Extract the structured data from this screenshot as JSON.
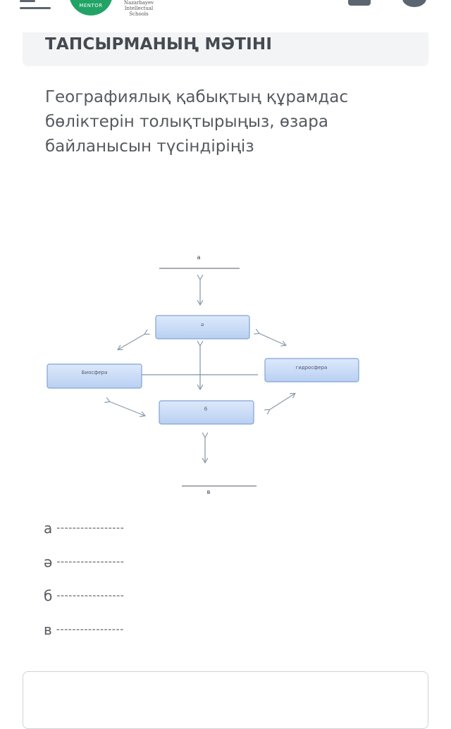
{
  "topbar": {
    "logo_text": "MENTOR",
    "school_name_lines": [
      "Nazarbayev",
      "Intellectual",
      "Schools"
    ]
  },
  "header": {
    "title": "ТАПСЫРМАНЫҢ МӘТІНІ"
  },
  "task": {
    "lines": [
      "Географиялық қабықтың құрамдас",
      "бөліктерін толықтырыңыз, өзара",
      "байланысын түсіндіріңіз"
    ]
  },
  "diagram": {
    "top_label": "а",
    "center_box_label": "ә",
    "left_box_label": "Биосфера",
    "right_box_label": "гидросфера",
    "lower_box_label": "б",
    "bottom_label": "в"
  },
  "answers": [
    {
      "letter": "а",
      "dashes": "-----------------"
    },
    {
      "letter": "ә",
      "dashes": "-----------------"
    },
    {
      "letter": "б",
      "dashes": "-----------------"
    },
    {
      "letter": "в",
      "dashes": "-----------------"
    }
  ],
  "colors": {
    "accent": "#21a366",
    "box_fill": "#cfe0f7",
    "box_stroke": "#7fa3d6"
  }
}
